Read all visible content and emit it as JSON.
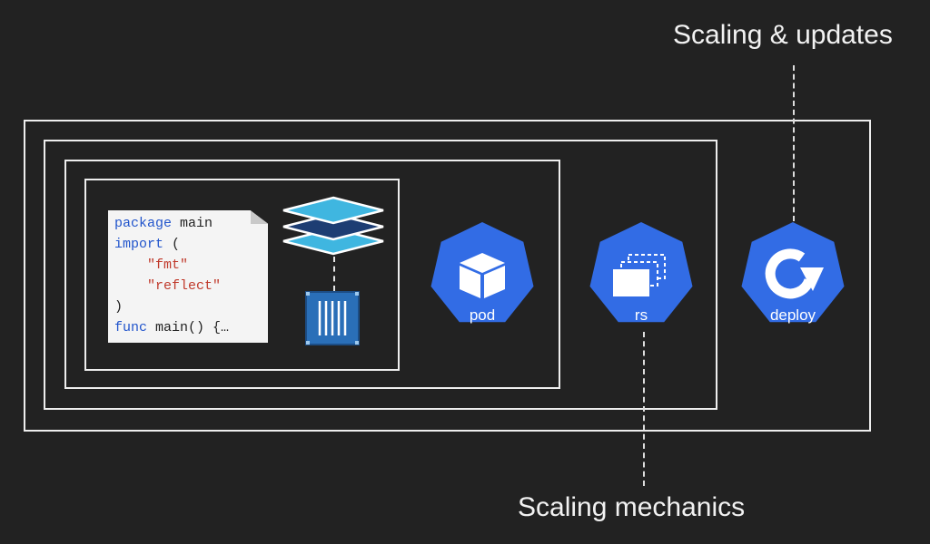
{
  "captions": {
    "scaling_updates": "Scaling & updates",
    "scaling_mechanics": "Scaling mechanics"
  },
  "code": {
    "lines": [
      {
        "keyword": "package",
        "rest": " main"
      },
      {
        "keyword": "import",
        "rest": " ("
      },
      {
        "string": "\"fmt\"",
        "indent": "    "
      },
      {
        "string": "\"reflect\"",
        "indent": "    "
      },
      {
        "rest": ")"
      },
      {
        "keyword": "func",
        "rest": " main() {…"
      }
    ]
  },
  "icons": {
    "pod": {
      "label": "pod",
      "icon": "cube-icon"
    },
    "rs": {
      "label": "rs",
      "icon": "replicas-icon"
    },
    "deploy": {
      "label": "deploy",
      "icon": "rotate-icon"
    }
  },
  "colors": {
    "k8s_blue": "#326ce5",
    "layer_light": "#3fb6e0",
    "layer_dark": "#1d3d73",
    "container_blue": "#2a6fb8",
    "background": "#222222"
  }
}
